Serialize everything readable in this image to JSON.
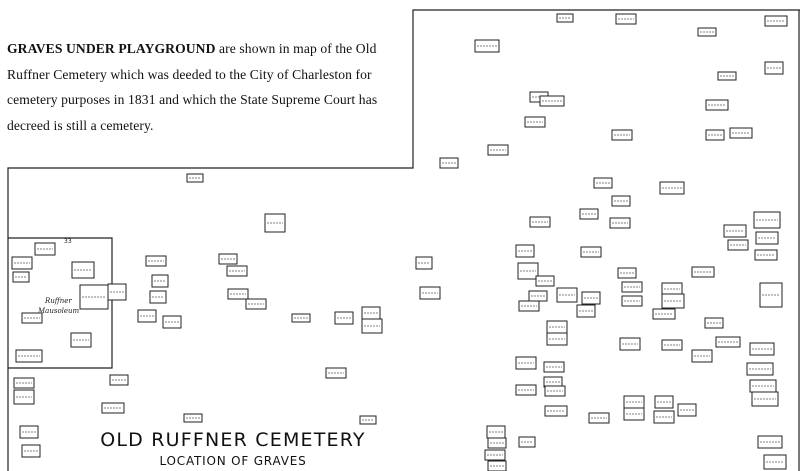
{
  "caption": {
    "lead": "GRAVES UNDER PLAYGROUND",
    "body": " are shown in map of the Old Ruffner Cemetery which was deeded to the City of Charleston for cemetery purposes in 1831 and which the State Supreme Court has decreed is still a cemetery."
  },
  "map": {
    "title": "OLD RUFFNER CEMETERY",
    "subtitle": "LOCATION OF GRAVES",
    "ruffner_enclosure_label": "Ruffner",
    "mausoleum_label": "Mausoleum",
    "corner_number": "33"
  }
}
